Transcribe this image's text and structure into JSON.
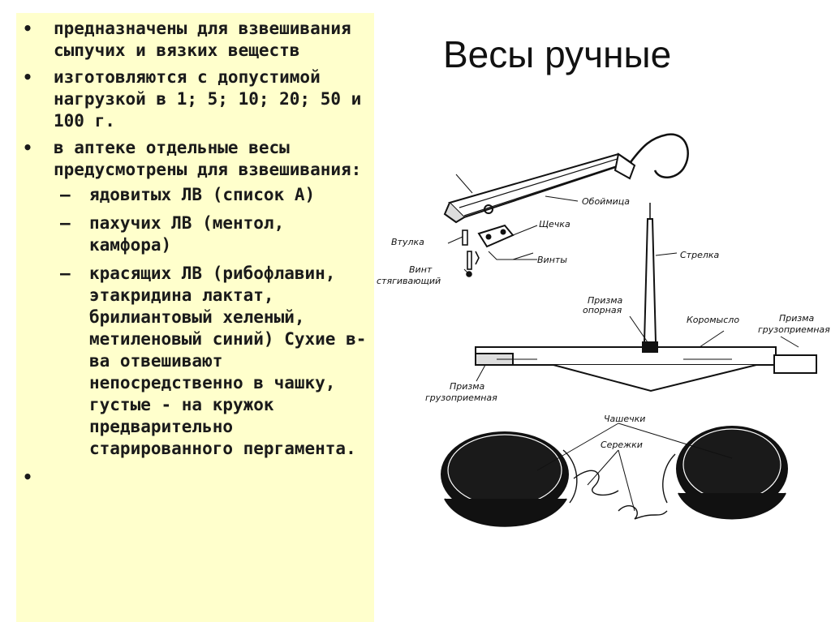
{
  "slide": {
    "title": "Весы ручные",
    "bullets": [
      "предназначены для взвешивания сыпучих и вязких веществ",
      "изготовляются с допустимой нагрузкой в 1; 5; 10; 20; 50 и 100 г.",
      "в аптеке отдельные весы предусмотрены для взвешивания:",
      ""
    ],
    "bullet_symbol": "•",
    "dash_symbol": "–",
    "subitems": [
      "ядовитых ЛВ (список А)",
      "пахучих ЛВ (ментол, камфора)",
      "красящих ЛВ (рибофлавин, этакридина лактат, брилиантовый хеленый, метиленовый синий) Сухие в-ва отвешивают непосредственно в чашку, густые - на кружок предварительно старированного пергамента."
    ]
  },
  "diagram": {
    "labels": {
      "oboymitsa": "Обоймица",
      "shchechka": "Щечка",
      "vtulka": "Втулка",
      "vinty": "Винты",
      "vint_line1": "Винт",
      "vint_line2": "стягивающий",
      "strelka": "Стрелка",
      "prizma_opornaya_line1": "Призма",
      "prizma_opornaya_line2": "опорная",
      "koromyslo": "Коромысло",
      "prizma_gruz_right_line1": "Призма",
      "prizma_gruz_right_line2": "грузоприемная",
      "prizma_gruz_left_line1": "Призма",
      "prizma_gruz_left_line2": "грузоприемная",
      "chashechki": "Чашечки",
      "serezhki": "Сережки"
    }
  }
}
